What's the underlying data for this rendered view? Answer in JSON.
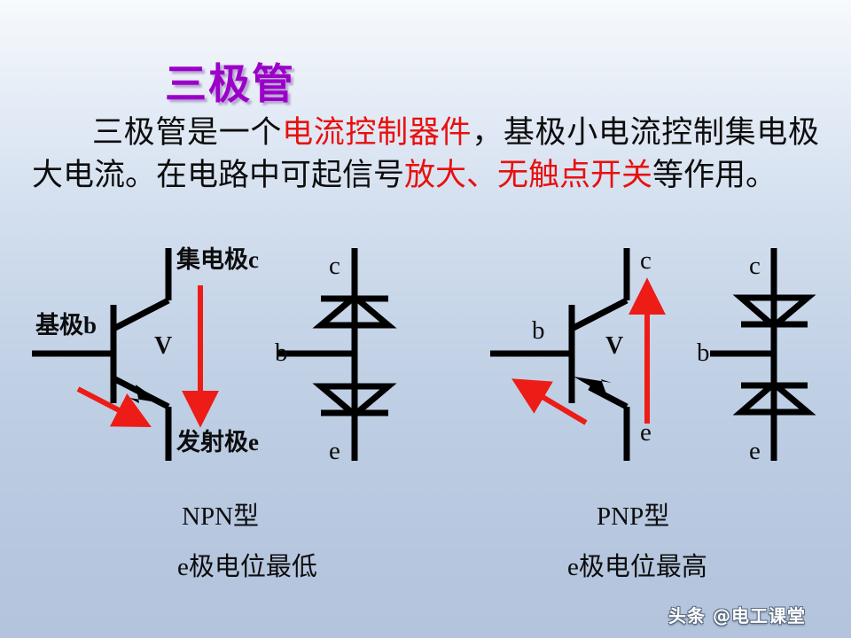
{
  "slide": {
    "title": "三极管",
    "title_color": "#9b00c8",
    "background_top_color": "#f7fafd",
    "background_bottom_color": "#b3c4dc",
    "highlight_color": "#e8100f",
    "body": {
      "seg1": "三极管是一个",
      "seg2_highlight": "电流控制器件",
      "seg3": "，基极小电流控制集电极大电流。在电路中可起信号",
      "seg4_highlight": "放大、无触点开关",
      "seg5": "等作用。"
    }
  },
  "figures": {
    "npn_symbol": {
      "collector_label": "集电极c",
      "base_label": "基极b",
      "emitter_label": "发射极e",
      "device_designator": "V",
      "arrow_color": "#ed1c16",
      "wire_color": "#000000"
    },
    "npn_diode_model": {
      "collector_label": "c",
      "base_label": "b",
      "emitter_label": "e"
    },
    "pnp_symbol": {
      "collector_label": "c",
      "base_label": "b",
      "emitter_label": "e",
      "device_designator": "V",
      "arrow_color": "#ed1c16",
      "wire_color": "#000000"
    },
    "pnp_diode_model": {
      "collector_label": "c",
      "base_label": "b",
      "emitter_label": "e"
    }
  },
  "captions": {
    "npn_type": "NPN型",
    "npn_note": "e极电位最低",
    "pnp_type": "PNP型",
    "pnp_note": "e极电位最高"
  },
  "watermark": {
    "text": "头条 @电工课堂"
  }
}
